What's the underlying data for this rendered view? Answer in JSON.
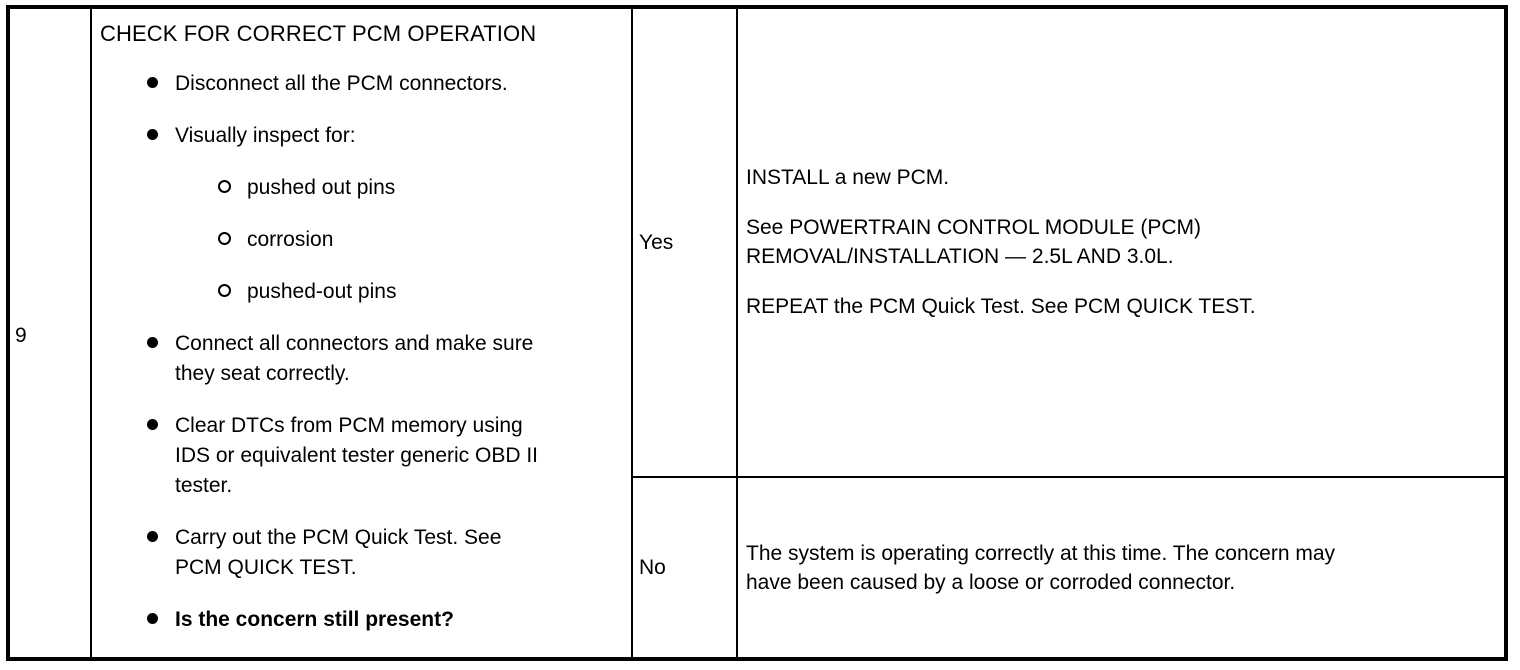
{
  "table": {
    "step": {
      "number": "9"
    },
    "action_column": {
      "title": "CHECK FOR CORRECT PCM OPERATION",
      "bullets": [
        {
          "level": 1,
          "marker": "filled-bullet",
          "bold": false,
          "lines": [
            "Disconnect all the PCM connectors."
          ]
        },
        {
          "level": 1,
          "marker": "filled-bullet",
          "bold": false,
          "lines": [
            "Visually inspect for:"
          ]
        },
        {
          "level": 2,
          "marker": "hollow-bullet",
          "bold": false,
          "lines": [
            "pushed out pins"
          ]
        },
        {
          "level": 2,
          "marker": "hollow-bullet",
          "bold": false,
          "lines": [
            "corrosion"
          ]
        },
        {
          "level": 2,
          "marker": "hollow-bullet",
          "bold": false,
          "lines": [
            "pushed-out pins"
          ]
        },
        {
          "level": 1,
          "marker": "filled-bullet",
          "bold": false,
          "lines": [
            "Connect all connectors and make sure",
            "they seat correctly."
          ]
        },
        {
          "level": 1,
          "marker": "filled-bullet",
          "bold": false,
          "lines": [
            "Clear DTCs from PCM memory using",
            "IDS or equivalent tester generic OBD II",
            "tester."
          ]
        },
        {
          "level": 1,
          "marker": "filled-bullet",
          "bold": false,
          "lines": [
            "Carry out the PCM Quick Test. See",
            "PCM QUICK TEST."
          ]
        },
        {
          "level": 1,
          "marker": "filled-bullet",
          "bold": true,
          "lines": [
            "Is the concern still present?"
          ]
        }
      ]
    },
    "results": [
      {
        "answer": "Yes",
        "paragraphs": [
          {
            "lines": [
              "INSTALL a new PCM."
            ]
          },
          {
            "lines": [
              "See POWERTRAIN CONTROL MODULE (PCM)",
              "REMOVAL/INSTALLATION — 2.5L AND 3.0L."
            ]
          },
          {
            "lines": [
              "REPEAT the PCM Quick Test. See PCM QUICK TEST."
            ]
          }
        ]
      },
      {
        "answer": "No",
        "paragraphs": [
          {
            "lines": [
              "The system is operating correctly at this time. The concern may",
              "have been caused by a loose or corroded connector."
            ]
          }
        ]
      }
    ]
  },
  "colors": {
    "ink": "#000000",
    "paper": "#ffffff"
  }
}
